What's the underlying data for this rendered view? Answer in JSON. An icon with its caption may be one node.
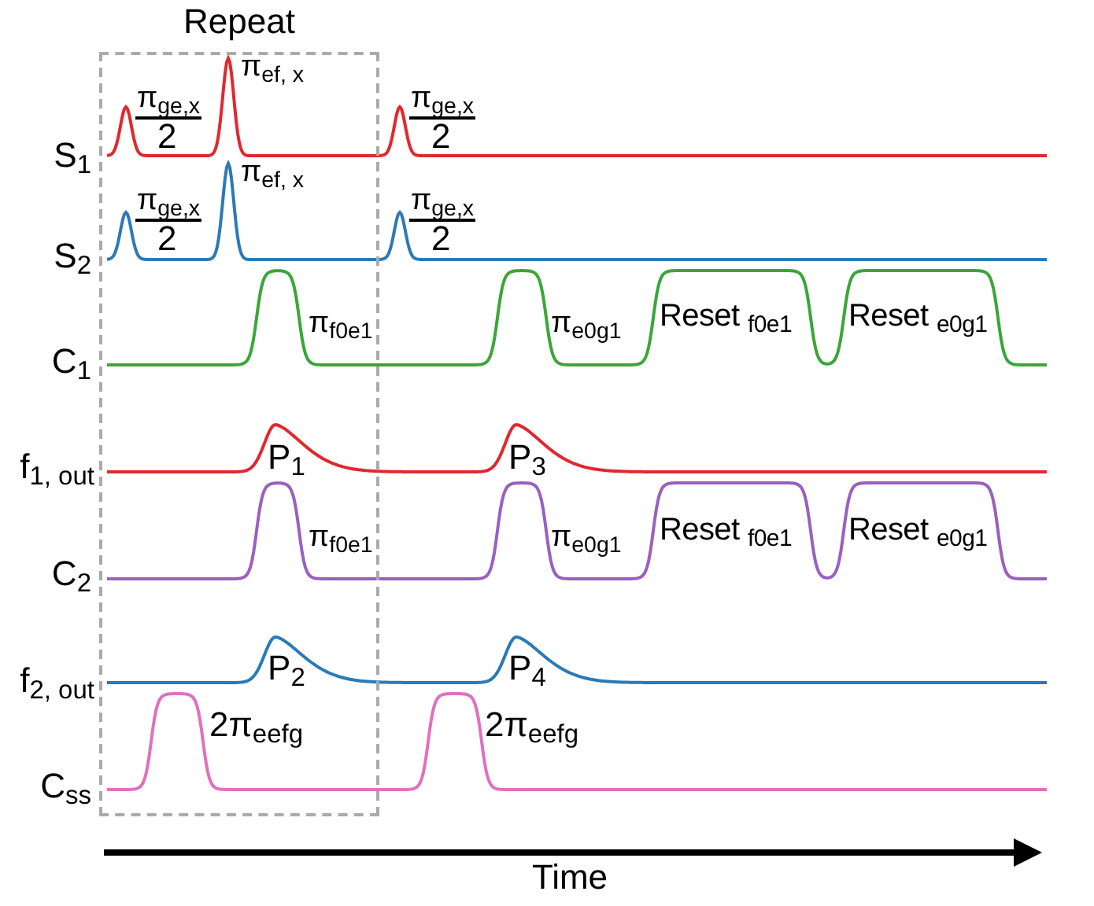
{
  "diagram": {
    "nodes": [
      {
        "text": [
          "Repeat"
        ]
      }
    ],
    "labels": [
      "S$_{1}$",
      "π$_{ge,x}$",
      "2",
      "π$_{ef, x}$",
      "π$_{ge,x}$",
      "2",
      "S$_{2}$",
      "π$_{ge,x}$",
      "2",
      "π$_{ef, x}$",
      "π$_{ge,x}$",
      "2",
      "C$_{1}$",
      "π$_{f0e1}$",
      "π$_{e0g1}$",
      "Reset $_{f0e1}$",
      "Reset $_{e0g1}$",
      "f$_{1, out}$",
      "P$_{1}$",
      "P$_{3}$",
      "C$_{2}$",
      "π$_{f0e1}$",
      "π$_{e0g1}$",
      "Reset $_{f0e1}$",
      "Reset $_{e0g1}$",
      "f$_{2, out}$",
      "P$_{2}$",
      "P$_{4}$",
      "C$_{ss}$",
      "2π$_{eefg}$",
      "2π$_{eefg}$",
      "Time"
    ]
  }
}
